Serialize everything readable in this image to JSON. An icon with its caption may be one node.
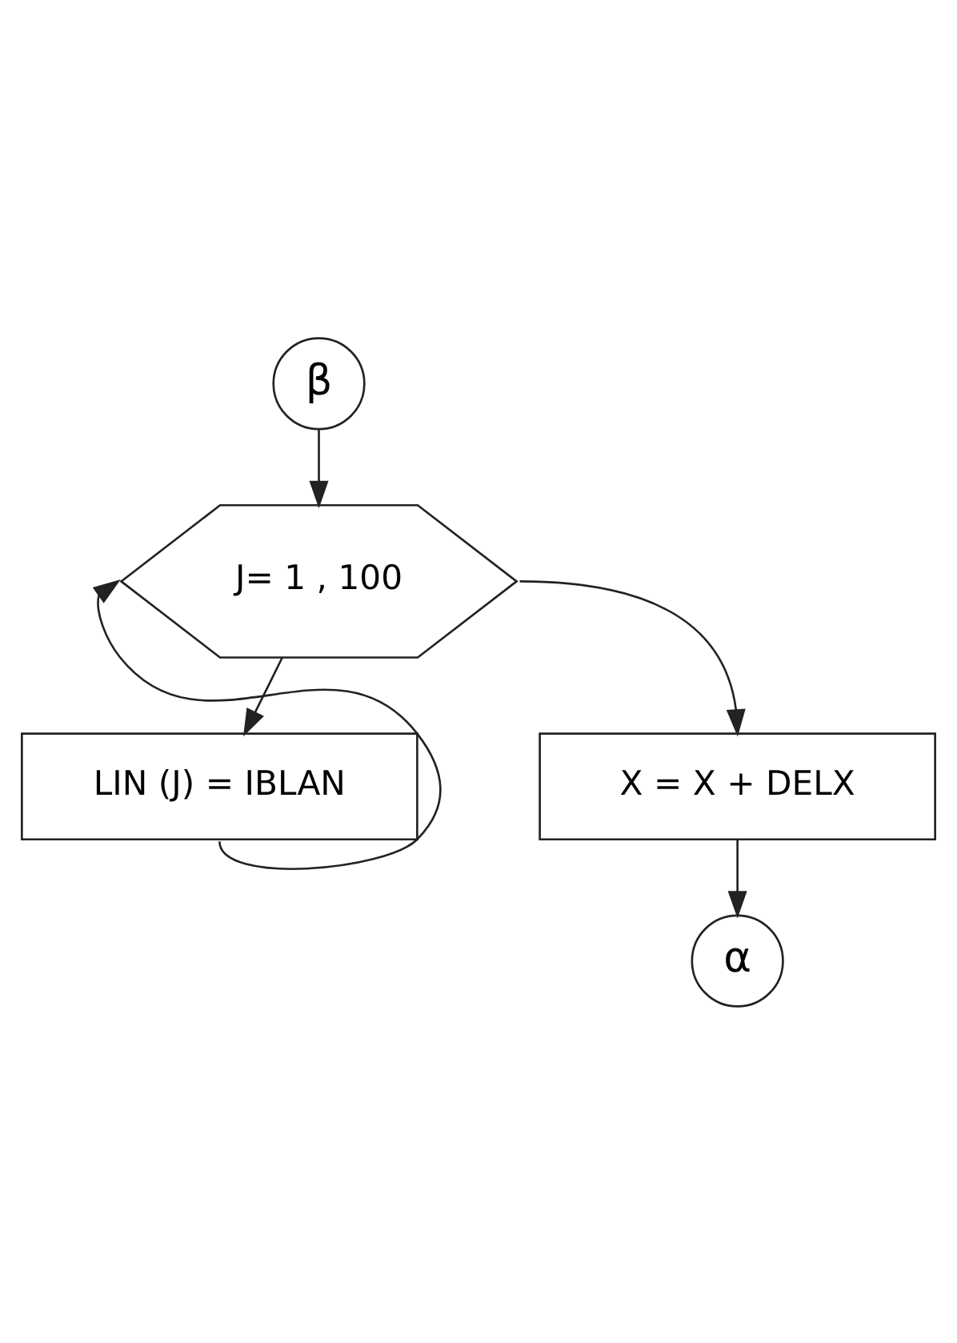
{
  "diagram": {
    "nodes": [
      {
        "text": [
          "β"
        ]
      },
      {
        "text": [
          "J= 1 , 100"
        ]
      },
      {
        "text": [
          "LIN (J) = IBLAN"
        ]
      },
      {
        "text": [
          "X = X + DELX"
        ]
      },
      {
        "text": [
          "α"
        ]
      }
    ],
    "edges": [
      {
        "from": 0,
        "to": 1,
        "arrow": "to"
      },
      {
        "from": 1,
        "to": 2,
        "arrow": "to"
      },
      {
        "from": 2,
        "to": 1,
        "arrow": "to"
      },
      {
        "from": 1,
        "to": 3,
        "arrow": "to"
      },
      {
        "from": 3,
        "to": 4,
        "arrow": "to"
      }
    ]
  }
}
